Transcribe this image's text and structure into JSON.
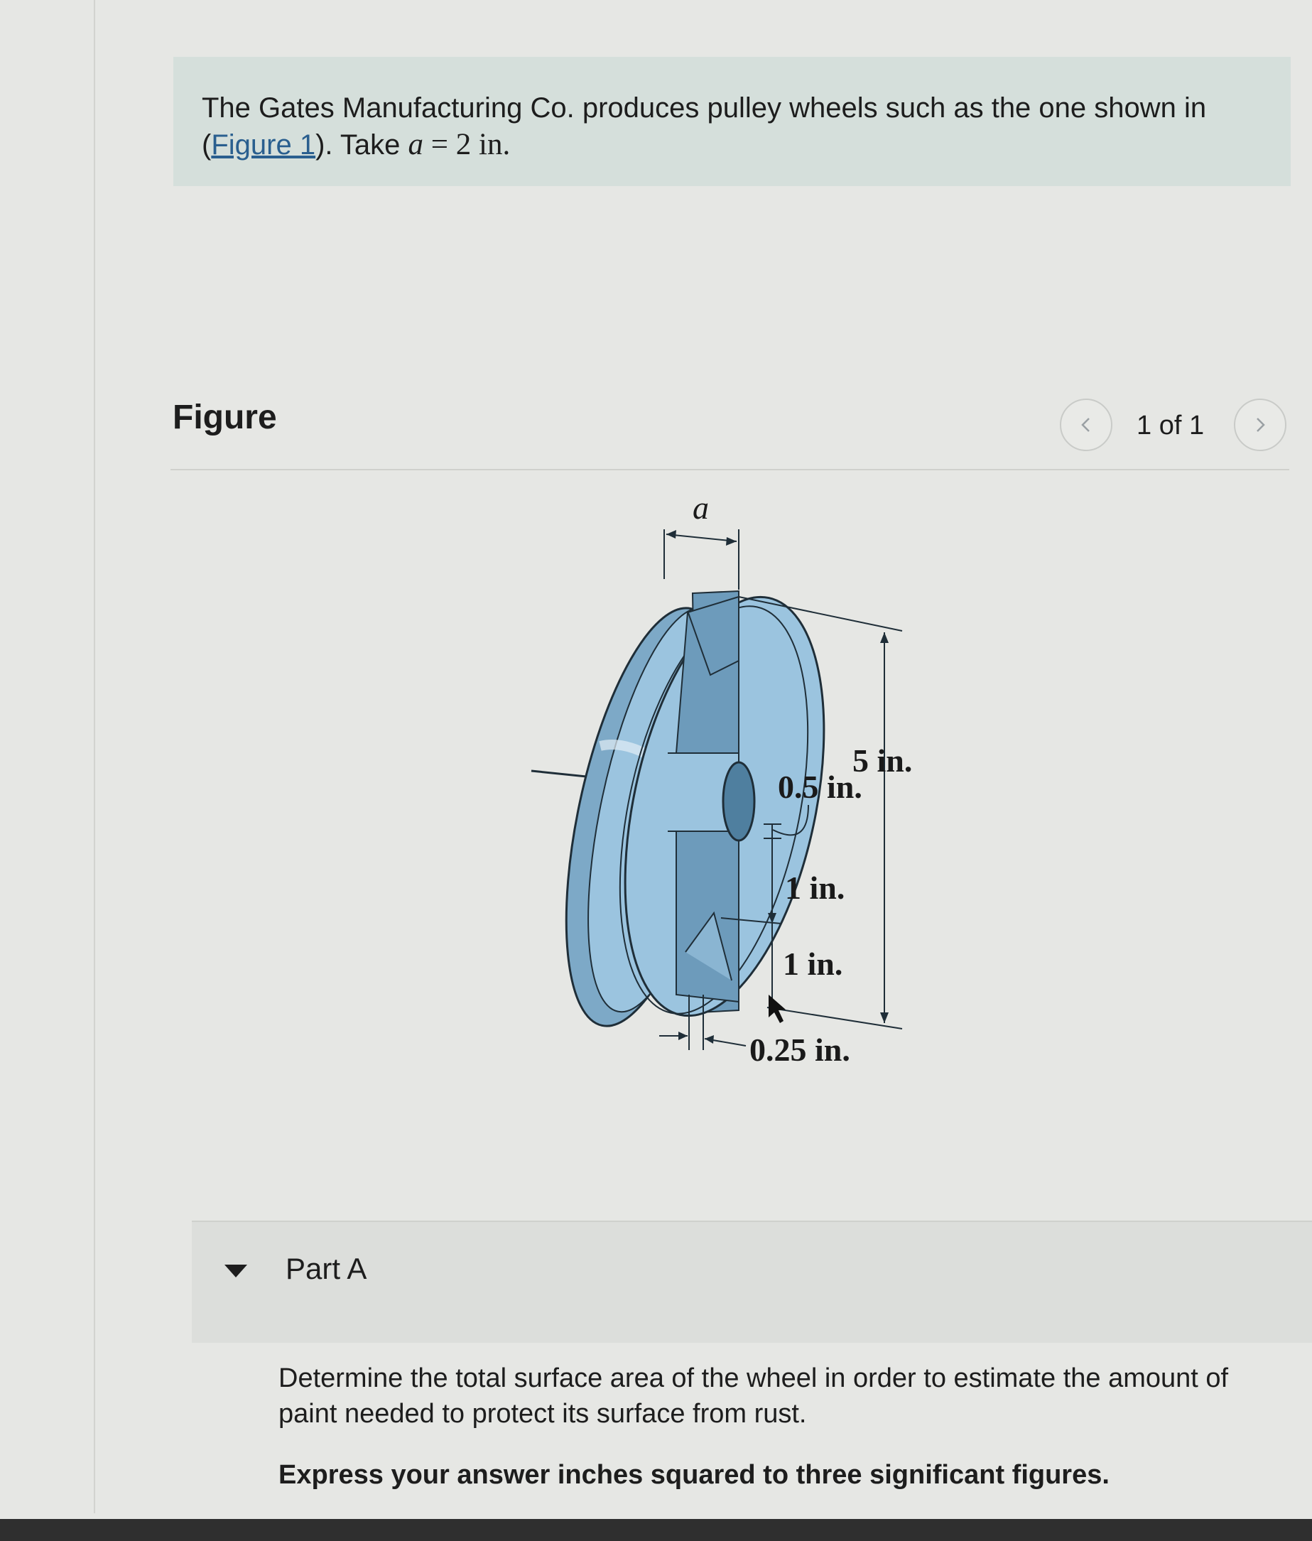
{
  "problem": {
    "intro_text": "The Gates Manufacturing Co. produces pulley wheels such as the one shown in",
    "figure_link": "Figure 1",
    "take_text": "Take",
    "variable": "a",
    "equals": " = 2 in."
  },
  "figure": {
    "title": "Figure",
    "counter": "1 of 1",
    "prev_icon": "chevron-left-icon",
    "next_icon": "chevron-right-icon",
    "labels": {
      "a": "a",
      "outer": "5 in.",
      "hole": "0.5 in.",
      "hub": "1 in.",
      "groove": "1 in.",
      "rim": "0.25 in."
    },
    "colors": {
      "wheel_face": "#9bc4df",
      "wheel_dark": "#6d9bbb",
      "wheel_light": "#cfe3ef",
      "outline": "#1f2e38"
    }
  },
  "part": {
    "toggle_icon": "caret-down-icon",
    "title": "Part A",
    "question": "Determine the total surface area of the wheel in order to estimate the amount of paint needed to protect its surface from rust.",
    "instruction": "Express your answer inches squared to three significant figures."
  }
}
